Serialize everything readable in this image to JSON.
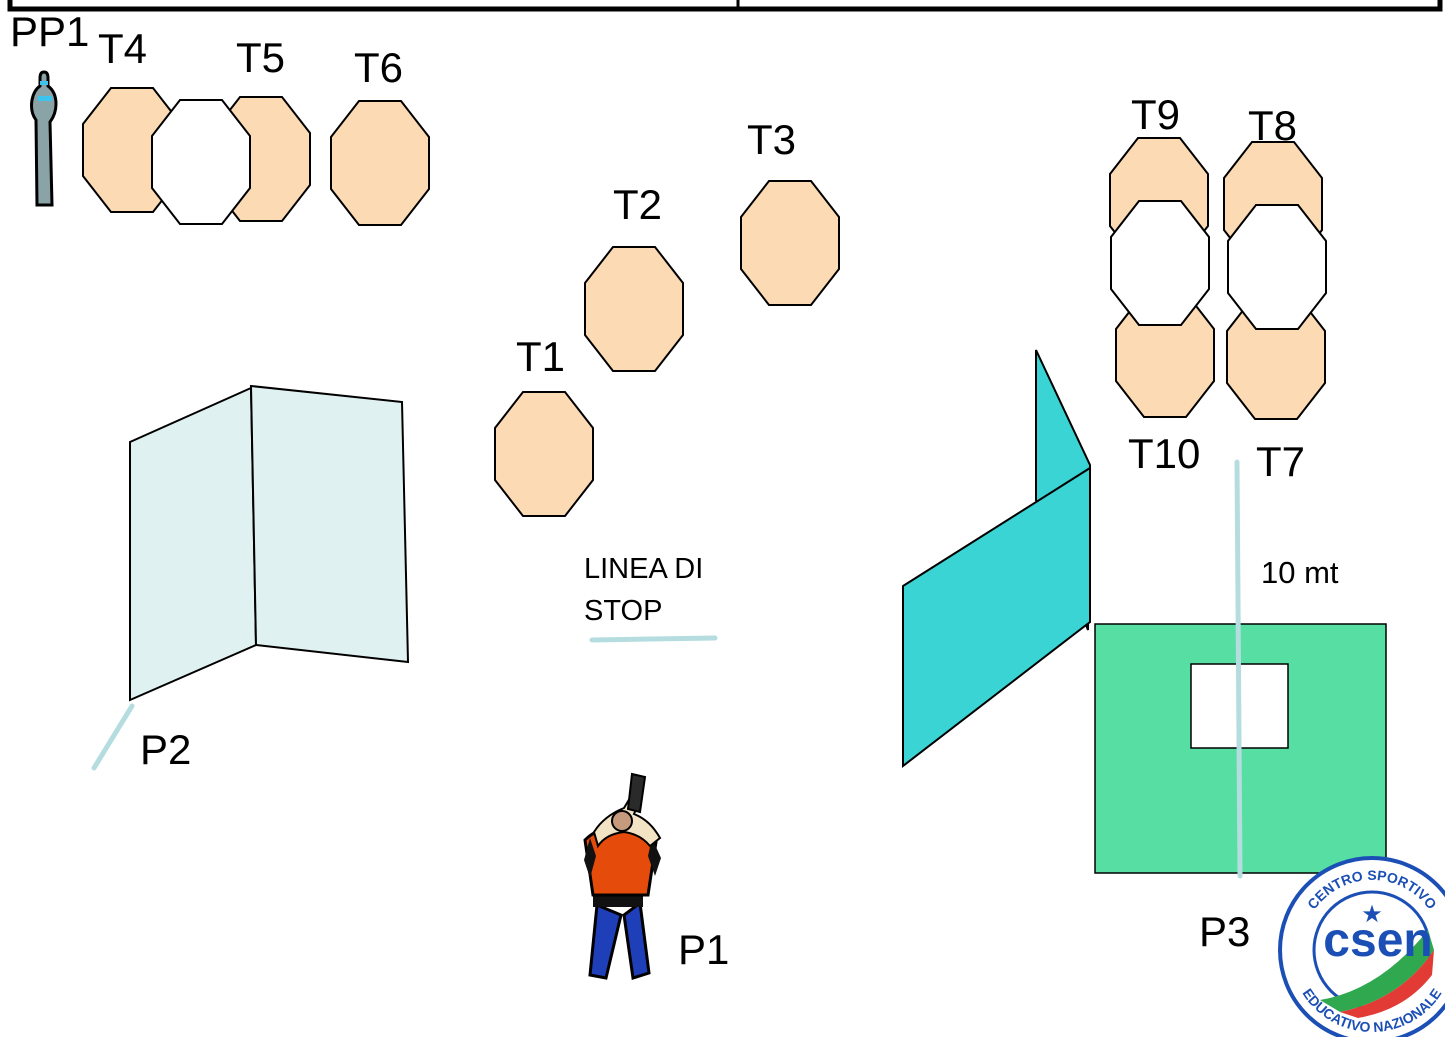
{
  "labels": {
    "pp1": "PP1",
    "t1": "T1",
    "t2": "T2",
    "t3": "T3",
    "t4": "T4",
    "t5": "T5",
    "t6": "T6",
    "t7": "T7",
    "t8": "T8",
    "t9": "T9",
    "t10": "T10",
    "p1": "P1",
    "p2": "P2",
    "p3": "P3",
    "stop_line_1": "LINEA DI",
    "stop_line_2": "STOP",
    "distance": "10 mt"
  },
  "logo": {
    "top_text": "CENTRO SPORTIVO",
    "bottom_text": "EDUCATIVO NAZIONALE",
    "center_text": "csen",
    "star": "★"
  },
  "colors": {
    "target_paper": "#fcdbb4",
    "target_noshoot": "#ffffff",
    "barricade_light": "#e0f1f1",
    "barricade_teal": "#3ad4d5",
    "mat_green": "#57dea3",
    "line_blue": "#b5dde0",
    "logo_blue": "#1c4fb5"
  },
  "icons": [
    "popper-icon",
    "shooter-icon",
    "csen-logo"
  ]
}
